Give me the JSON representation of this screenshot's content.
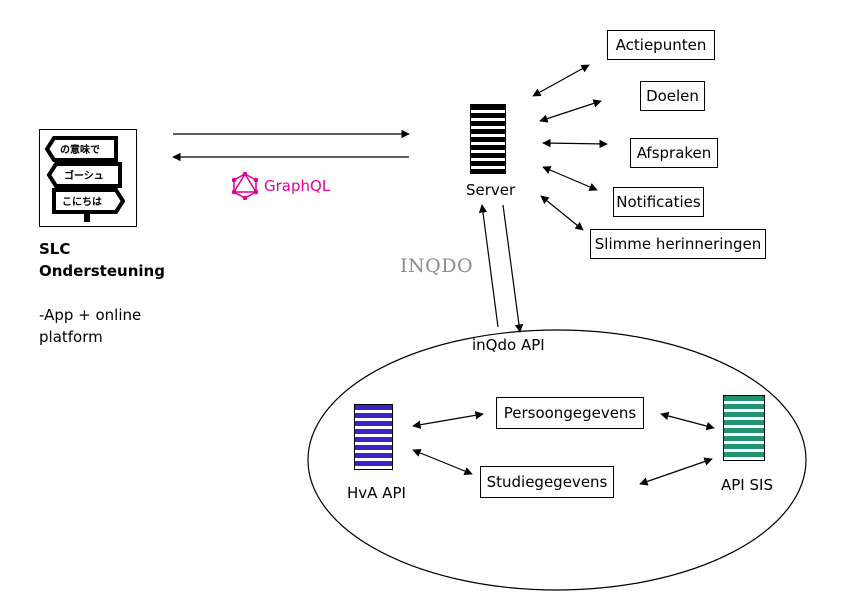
{
  "client": {
    "sign_lines": [
      "の意味で",
      "ゴーシュ",
      "こにちは"
    ],
    "title_line1": "SLC",
    "title_line2": "Ondersteuning",
    "desc_line1": "-App + online",
    "desc_line2": "platform"
  },
  "graphql_label": "GraphQL",
  "server_label": "Server",
  "inqdo_logo": "INQDO",
  "inqdo_api_label": "inQdo API",
  "features": [
    "Actiepunten",
    "Doelen",
    "Afspraken",
    "Notificaties",
    "Slimme herinneringen"
  ],
  "hva_api_label": "HvA API",
  "api_sis_label": "API SIS",
  "persoon_label": "Persoongegevens",
  "studie_label": "Studiegegevens",
  "colors": {
    "graphql": "#e10098",
    "hva_server": "#3b25c9",
    "sis_server": "#1f9470",
    "server": "#000000"
  }
}
